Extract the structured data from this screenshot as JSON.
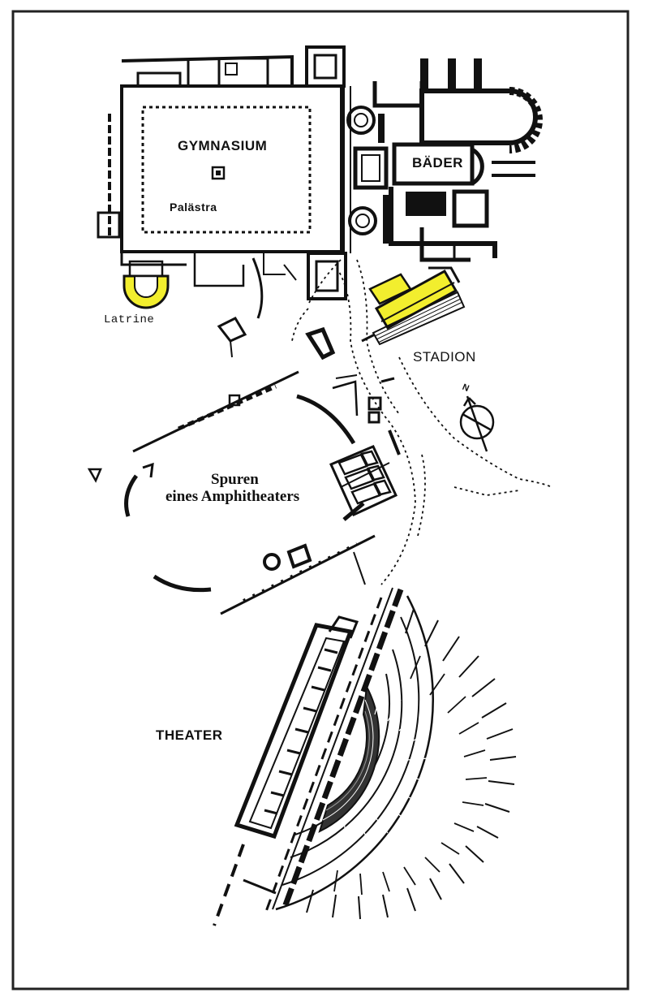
{
  "map": {
    "labels": {
      "gymnasium": "GYMNASIUM",
      "palaestra": "Palästra",
      "baeder": "BÄDER",
      "latrine": "Latrine",
      "stadion": "STADION",
      "north": "N",
      "amphitheater_line1": "Spuren",
      "amphitheater_line2": "eines Amphitheaters",
      "theater": "THEATER"
    },
    "highlight_color": "#f2ee2e",
    "line_color": "#111111",
    "frame_color": "#222222",
    "background": "#ffffff"
  }
}
